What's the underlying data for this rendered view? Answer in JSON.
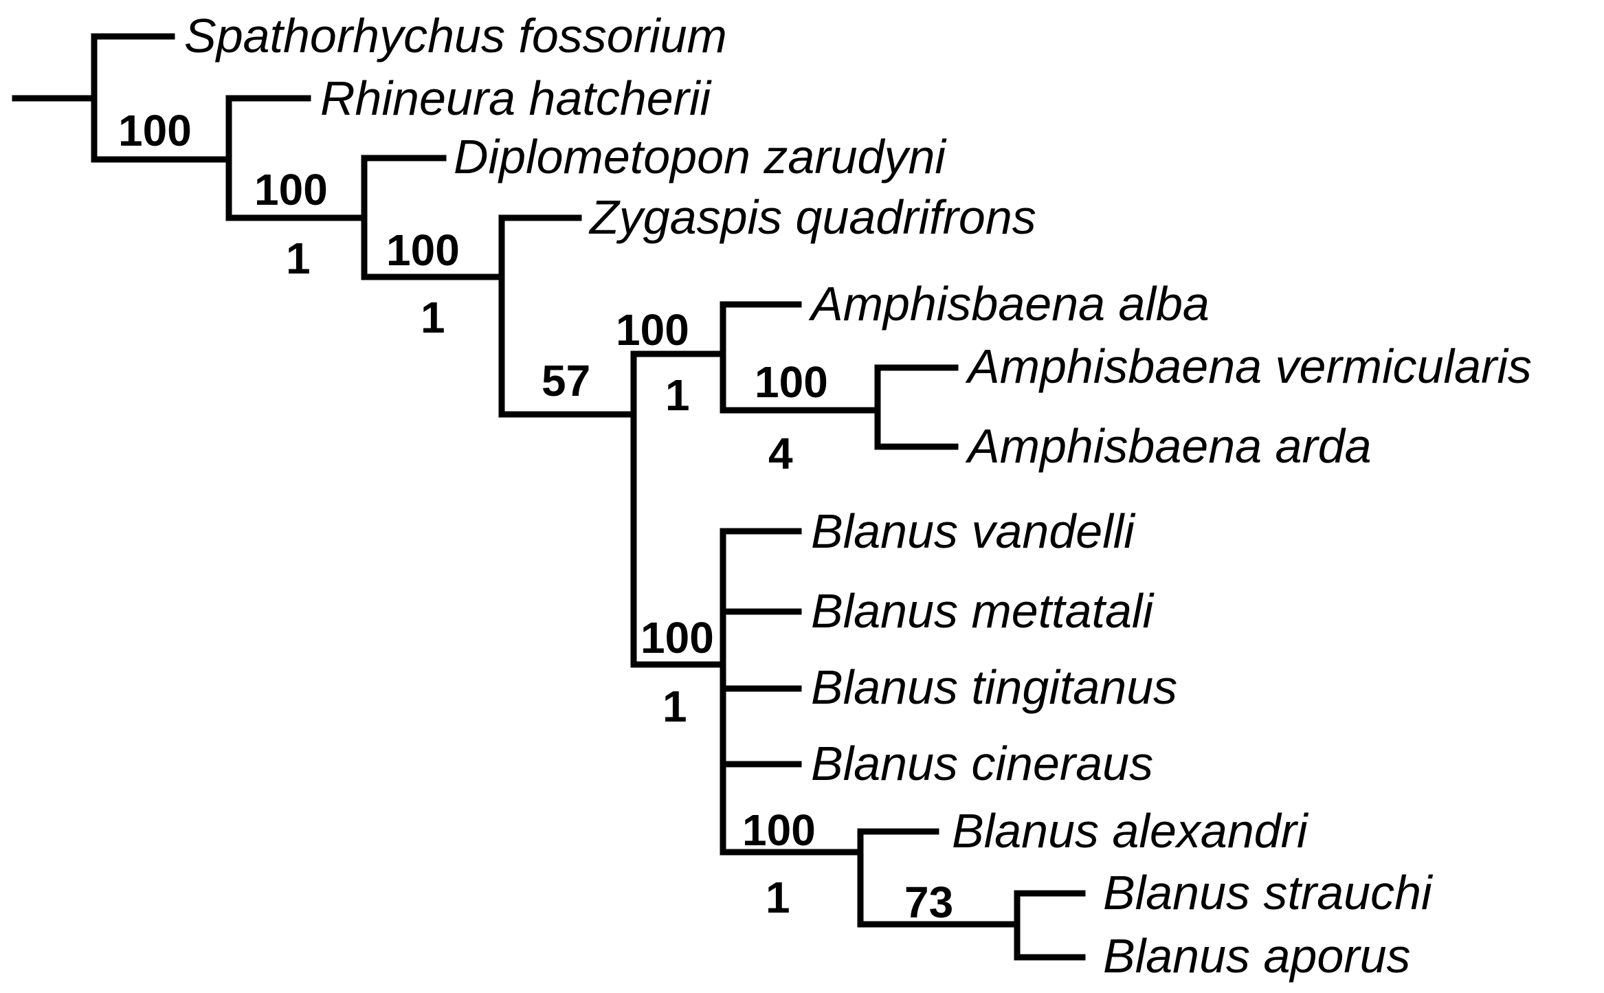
{
  "taxa": [
    "Spathorhychus fossorium",
    "Rhineura hatcherii",
    "Diplometopon zarudyni",
    "Zygaspis quadrifrons",
    "Amphisbaena alba",
    "Amphisbaena vermicularis",
    "Amphisbaena arda",
    "Blanus vandelli",
    "Blanus mettatali",
    "Blanus tingitanus",
    "Blanus cineraus",
    "Blanus alexandri",
    "Blanus strauchi",
    "Blanus aporus"
  ],
  "supports": {
    "n1_bootstrap": "100",
    "n2_bootstrap": "100",
    "n2_bremer": "1",
    "n3_bootstrap": "100",
    "n3_bremer": "1",
    "n4_bootstrap": "57",
    "n5_bootstrap": "100",
    "n5_bremer": "1",
    "n6_bootstrap": "100",
    "n6_bremer": "4",
    "n7_bootstrap": "100",
    "n7_bremer": "1",
    "n8_bootstrap": "100",
    "n8_bremer": "1",
    "n9_bootstrap": "73"
  },
  "colors": {
    "line": "#000000",
    "background": "#ffffff"
  }
}
